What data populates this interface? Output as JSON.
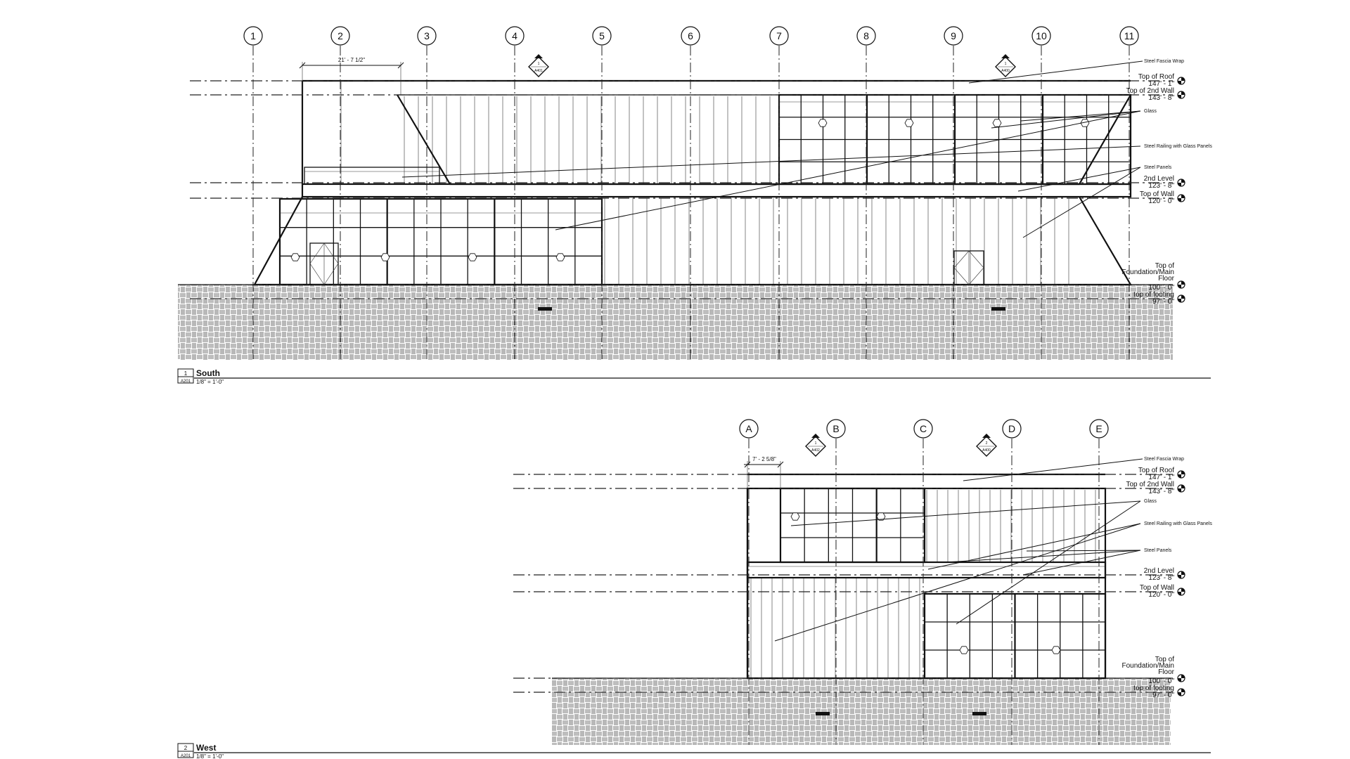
{
  "views": [
    {
      "id": "south",
      "number": "1",
      "sheet": "A201",
      "title": "South",
      "scale": "1/8\" = 1'-0\"",
      "grid_labels": [
        "1",
        "2",
        "3",
        "4",
        "5",
        "6",
        "7",
        "8",
        "9",
        "10",
        "11"
      ],
      "dimension": "21' - 7 1/2\"",
      "section_marks": [
        {
          "num": "1",
          "sheet": "A401"
        },
        {
          "num": "1",
          "sheet": "A400"
        }
      ],
      "notes": [
        "Steel Fascia Wrap",
        "Glass",
        "Steel Railing with Glass Panels",
        "Steel Panels"
      ],
      "levels": [
        {
          "name": "Top of Roof",
          "elev": "147' - 1\""
        },
        {
          "name": "Top of 2nd Wall",
          "elev": "143' - 8\""
        },
        {
          "name": "2nd Level",
          "elev": "123' - 8\""
        },
        {
          "name": "Top of Wall",
          "elev": "120' - 0\""
        },
        {
          "name": "Top of Foundation/Main Floor",
          "elev": "100' - 0\""
        },
        {
          "name": "top of footing",
          "elev": "97' - 0\""
        }
      ],
      "foundation_lines": [
        "Top of",
        "Foundation/Main",
        "Floor"
      ]
    },
    {
      "id": "west",
      "number": "2",
      "sheet": "A201",
      "title": "West",
      "scale": "1/8\" = 1'-0\"",
      "grid_labels": [
        "A",
        "B",
        "C",
        "D",
        "E"
      ],
      "dimension": "7' - 2 5/8\"",
      "section_marks": [
        {
          "num": "1",
          "sheet": "A402"
        },
        {
          "num": "2",
          "sheet": "A400"
        }
      ],
      "notes": [
        "Steel Fascia Wrap",
        "Glass",
        "Steel Railing with Glass Panels",
        "Steel Panels"
      ],
      "levels": [
        {
          "name": "Top of Roof",
          "elev": "147' - 1\""
        },
        {
          "name": "Top of 2nd Wall",
          "elev": "143' - 8\""
        },
        {
          "name": "2nd Level",
          "elev": "123' - 8\""
        },
        {
          "name": "Top of Wall",
          "elev": "120' - 0\""
        },
        {
          "name": "Top of Foundation/Main Floor",
          "elev": "100' - 0\""
        },
        {
          "name": "top of footing",
          "elev": "97' - 0\""
        }
      ],
      "foundation_lines": [
        "Top of",
        "Foundation/Main",
        "Floor"
      ]
    }
  ],
  "colors": {
    "line": "#111111",
    "background": "#ffffff"
  }
}
